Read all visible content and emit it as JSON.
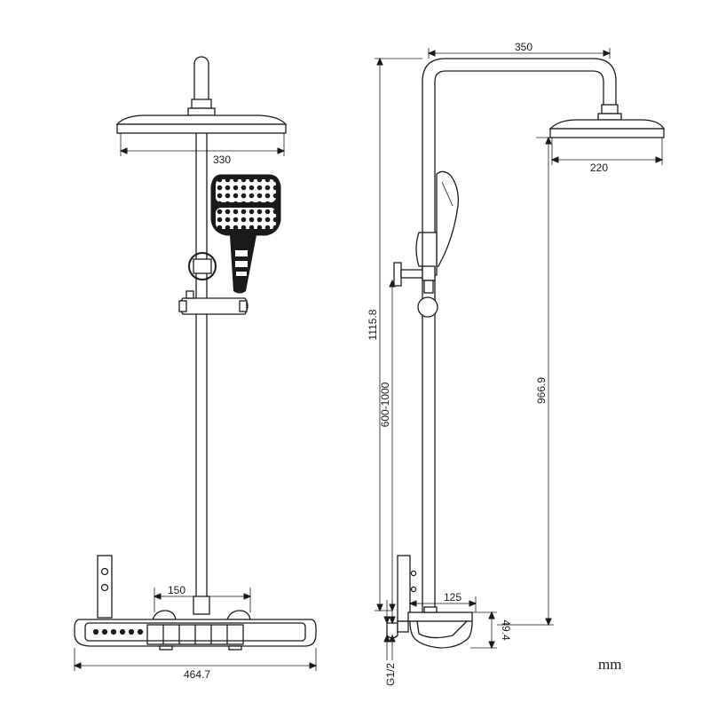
{
  "dimensions": {
    "overhead_shower_front_width": "330",
    "arm_reach": "350",
    "overhead_shower_side_width": "220",
    "total_height": "1115.8",
    "slide_rail_range": "600-1000",
    "shower_head_height": "966.9",
    "valve_spacing": "150",
    "console_width": "464.7",
    "console_depth": "125",
    "console_height": "49.4",
    "inlet_thread": "G1/2"
  },
  "unit_label": "mm"
}
